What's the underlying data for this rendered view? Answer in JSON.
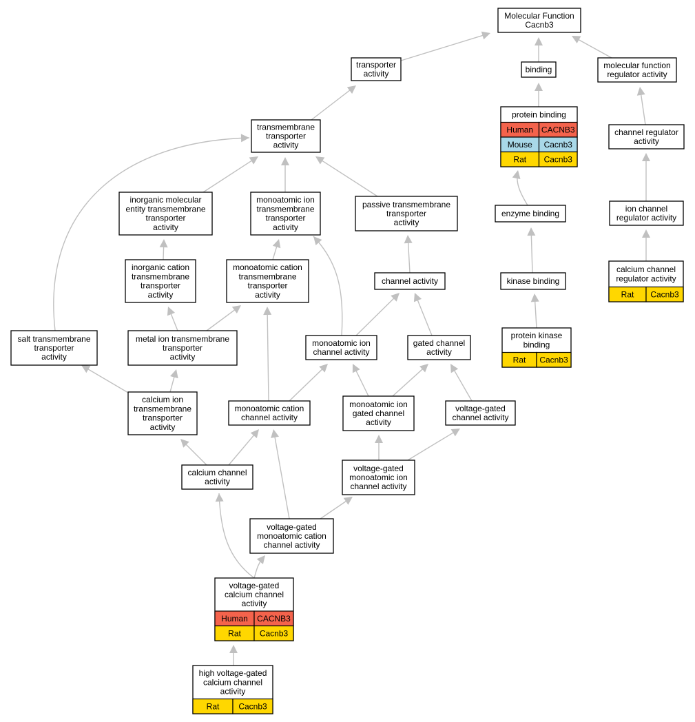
{
  "species_colors": {
    "Human": "#f4634c",
    "Mouse": "#a8d8e8",
    "Rat": "#ffd700"
  },
  "nodes": {
    "mf": {
      "lines": [
        "Molecular Function",
        "Cacnb3"
      ]
    },
    "transporter": {
      "lines": [
        "transporter",
        "activity"
      ]
    },
    "binding": {
      "lines": [
        "binding"
      ]
    },
    "mfreg": {
      "lines": [
        "molecular function",
        "regulator activity"
      ]
    },
    "protbind": {
      "lines": [
        "protein binding"
      ],
      "rows": [
        {
          "species": "Human",
          "gene": "CACNB3"
        },
        {
          "species": "Mouse",
          "gene": "Cacnb3"
        },
        {
          "species": "Rat",
          "gene": "Cacnb3"
        }
      ]
    },
    "tmtransporter": {
      "lines": [
        "transmembrane",
        "transporter",
        "activity"
      ]
    },
    "chanreg": {
      "lines": [
        "channel regulator",
        "activity"
      ]
    },
    "inorgmol": {
      "lines": [
        "inorganic molecular",
        "entity transmembrane",
        "transporter",
        "activity"
      ]
    },
    "monoion_tm": {
      "lines": [
        "monoatomic ion",
        "transmembrane",
        "transporter",
        "activity"
      ]
    },
    "passive": {
      "lines": [
        "passive transmembrane",
        "transporter",
        "activity"
      ]
    },
    "enzyme": {
      "lines": [
        "enzyme binding"
      ]
    },
    "ionchanreg": {
      "lines": [
        "ion channel",
        "regulator activity"
      ]
    },
    "inorgcat": {
      "lines": [
        "inorganic cation",
        "transmembrane",
        "transporter",
        "activity"
      ]
    },
    "monocat_tm": {
      "lines": [
        "monoatomic cation",
        "transmembrane",
        "transporter",
        "activity"
      ]
    },
    "channel": {
      "lines": [
        "channel activity"
      ]
    },
    "kinase": {
      "lines": [
        "kinase binding"
      ]
    },
    "cachanreg": {
      "lines": [
        "calcium channel",
        "regulator activity"
      ],
      "rows": [
        {
          "species": "Rat",
          "gene": "Cacnb3"
        }
      ]
    },
    "salt": {
      "lines": [
        "salt transmembrane",
        "transporter",
        "activity"
      ]
    },
    "metalion": {
      "lines": [
        "metal ion transmembrane",
        "transporter",
        "activity"
      ]
    },
    "monoionchan": {
      "lines": [
        "monoatomic ion",
        "channel activity"
      ]
    },
    "gated": {
      "lines": [
        "gated channel",
        "activity"
      ]
    },
    "protkinase": {
      "lines": [
        "protein kinase",
        "binding"
      ],
      "rows": [
        {
          "species": "Rat",
          "gene": "Cacnb3"
        }
      ]
    },
    "caion_tm": {
      "lines": [
        "calcium ion",
        "transmembrane",
        "transporter",
        "activity"
      ]
    },
    "monocatchan": {
      "lines": [
        "monoatomic cation",
        "channel activity"
      ]
    },
    "monoiongated": {
      "lines": [
        "monoatomic ion",
        "gated channel",
        "activity"
      ]
    },
    "vgchan": {
      "lines": [
        "voltage-gated",
        "channel activity"
      ]
    },
    "cachan": {
      "lines": [
        "calcium channel",
        "activity"
      ]
    },
    "vgmonoion": {
      "lines": [
        "voltage-gated",
        "monoatomic ion",
        "channel activity"
      ]
    },
    "vgmonocat": {
      "lines": [
        "voltage-gated",
        "monoatomic cation",
        "channel activity"
      ]
    },
    "vgcachan": {
      "lines": [
        "voltage-gated",
        "calcium channel",
        "activity"
      ],
      "rows": [
        {
          "species": "Human",
          "gene": "CACNB3"
        },
        {
          "species": "Rat",
          "gene": "Cacnb3"
        }
      ]
    },
    "hvgcachan": {
      "lines": [
        "high voltage-gated",
        "calcium channel",
        "activity"
      ],
      "rows": [
        {
          "species": "Rat",
          "gene": "Cacnb3"
        }
      ]
    }
  }
}
